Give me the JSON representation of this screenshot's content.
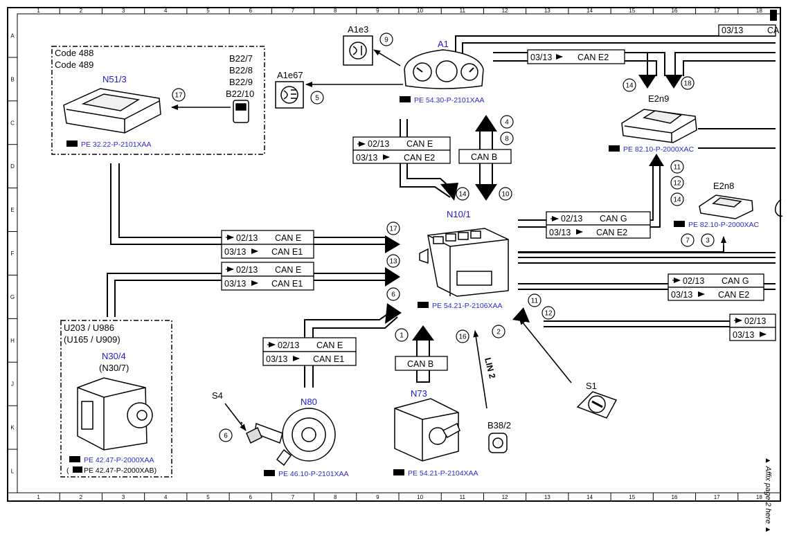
{
  "grid": {
    "columns": [
      "1",
      "2",
      "3",
      "4",
      "5",
      "6",
      "7",
      "8",
      "9",
      "10",
      "11",
      "12",
      "13",
      "14",
      "15",
      "16",
      "17",
      "18"
    ],
    "rows": [
      "A",
      "B",
      "C",
      "D",
      "E",
      "F",
      "G",
      "H",
      "J",
      "K",
      "L"
    ]
  },
  "components": {
    "a1": {
      "code": "A1",
      "ref": "PE 54.30-P-2101XAA"
    },
    "a1e3": {
      "code": "A1e3"
    },
    "a1e67": {
      "code": "A1e67"
    },
    "n51_3": {
      "code": "N51/3",
      "ref": "PE 32.22-P-2101XAA",
      "codes": [
        "Code 488",
        "Code 489"
      ]
    },
    "b22": {
      "labels": [
        "B22/7",
        "B22/8",
        "B22/9",
        "B22/10"
      ]
    },
    "e2n9": {
      "code": "E2n9",
      "ref": "PE 82.10-P-2000XAC"
    },
    "e2n8": {
      "code": "E2n8",
      "ref": "PE 82.10-P-2000XAC"
    },
    "n10_1": {
      "code": "N10/1",
      "ref": "PE 54.21-P-2106XAA"
    },
    "n30_4": {
      "code": "N30/4",
      "alt": "(N30/7)",
      "variants": [
        "U203 / U986",
        "(U165 / U909)"
      ],
      "ref1": "PE 42.47-P-2000XAA",
      "ref2": "PE 42.47-P-2000XAB)",
      "paren": "("
    },
    "n80": {
      "code": "N80",
      "ref": "PE 46.10-P-2101XAA"
    },
    "n73": {
      "code": "N73",
      "ref": "PE 54.21-P-2104XAA"
    },
    "s4": {
      "code": "S4"
    },
    "s1": {
      "code": "S1"
    },
    "b38_2": {
      "code": "B38/2"
    }
  },
  "buses": {
    "top_right": {
      "label": "03/13",
      "bus": "CA"
    },
    "can_e2_top": {
      "date": "03/13",
      "bus": "CAN E2"
    },
    "center_can_e": {
      "date": "02/13",
      "bus": "CAN E"
    },
    "center_can_e2": {
      "date": "03/13",
      "bus": "CAN E2"
    },
    "can_b_top": {
      "bus": "CAN B"
    },
    "right_can_g": {
      "date": "02/13",
      "bus": "CAN G"
    },
    "right_can_e2": {
      "date": "03/13",
      "bus": "CAN E2"
    },
    "n51_can_e": {
      "date": "02/13",
      "bus": "CAN E"
    },
    "n51_can_e1": {
      "date": "03/13",
      "bus": "CAN E1"
    },
    "n30_can_e": {
      "date": "02/13",
      "bus": "CAN E"
    },
    "n30_can_e1": {
      "date": "03/13",
      "bus": "CAN E1"
    },
    "far_can_g": {
      "date": "02/13",
      "bus": "CAN G"
    },
    "far_can_e2": {
      "date": "03/13",
      "bus": "CAN E2"
    },
    "n80_can_e": {
      "date": "02/13",
      "bus": "CAN E"
    },
    "n80_can_e1": {
      "date": "03/13",
      "bus": "CAN E1"
    },
    "can_b_bottom": {
      "bus": "CAN B"
    },
    "bottom_right_1": {
      "date": "02/13"
    },
    "bottom_right_2": {
      "date": "03/13"
    },
    "lin2": {
      "bus": "LIN 2"
    }
  },
  "callouts": {
    "c9": "9",
    "c5": "5",
    "c17a": "17",
    "c4": "4",
    "c8": "8",
    "c14a": "14",
    "c18": "18",
    "c11a": "11",
    "c12a": "12",
    "c14b": "14",
    "c7": "7",
    "c3": "3",
    "c14c": "14",
    "c10": "10",
    "c17b": "17",
    "c13": "13",
    "c6a": "6",
    "c11b": "11",
    "c12b": "12",
    "c1": "1",
    "c16": "16",
    "c2": "2",
    "c6b": "6"
  },
  "affix_note": "▲ Affix page 2 here ▲"
}
